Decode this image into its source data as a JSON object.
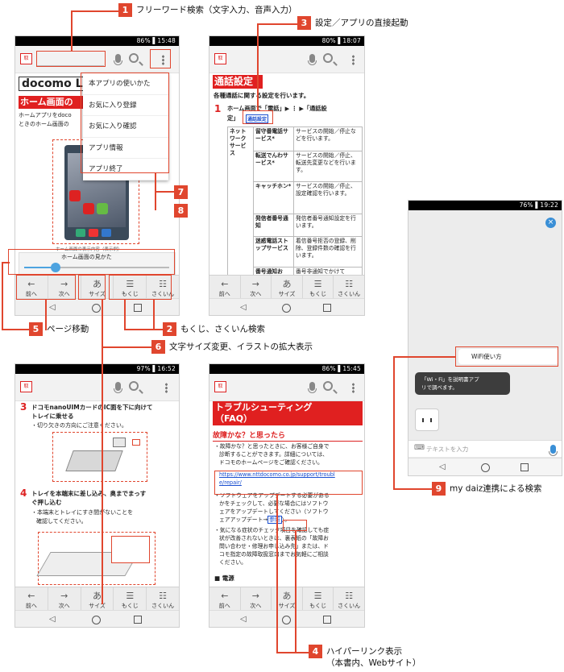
{
  "callouts": {
    "c1": {
      "num": "1",
      "text": "フリーワード検索（文字入力、音声入力）"
    },
    "c2": {
      "num": "2",
      "text": "もくじ、さくいん検索"
    },
    "c3": {
      "num": "3",
      "text": "設定／アプリの直接起動"
    },
    "c4": {
      "num": "4",
      "text": "ハイパーリンク表示",
      "sub": "（本書内、Webサイト）"
    },
    "c5": {
      "num": "5",
      "text": "ページ移動"
    },
    "c6": {
      "num": "6",
      "text": "文字サイズ変更、イラストの拡大表示"
    },
    "c7": {
      "num": "7"
    },
    "c8": {
      "num": "8"
    },
    "c9": {
      "num": "9",
      "text": "my daiz連携による検索"
    }
  },
  "status": {
    "p1": "86% ▌15:48",
    "p2": "80% ▌18:07",
    "p3": "97% ▌16:52",
    "p4": "86% ▌15:45",
    "p5": "76% ▌19:22"
  },
  "app_icon": "取",
  "toolbar": [
    {
      "icon": "←",
      "label": "前へ"
    },
    {
      "icon": "→",
      "label": "次へ"
    },
    {
      "icon": "あ",
      "label": "サイズ"
    },
    {
      "icon": "☰",
      "label": "もくじ"
    },
    {
      "icon": "☷",
      "label": "さくいん"
    }
  ],
  "nav": {
    "back": "◁"
  },
  "phone1": {
    "page_title": "docomo L",
    "section": "ホーム画面の",
    "body1": "ホームアプリをdoco",
    "body2": "ときのホーム画面の",
    "caption": "ホーム画面の表示内容（表示例）",
    "slider_label": "ホーム画面の見かた",
    "menu": [
      "本アプリの使いかた",
      "お気に入り登録",
      "お気に入り確認",
      "アプリ情報",
      "アプリ終了"
    ]
  },
  "phone2": {
    "title": "通話設定",
    "intro": "各種通話に関する設定を行います。",
    "step_num": "1",
    "step": "ホーム画面で「電話」▶ ⋮ ▶「通話設",
    "step2": "定」",
    "link": "通話設定",
    "category": "ネットワークサービス",
    "rows": [
      [
        "留守番電話サービス*",
        "サービスの開始／停止などを行います。"
      ],
      [
        "転送でんわサービス*",
        "サービスの開始／停止、転送先変更などを行います。"
      ],
      [
        "キャッチホン*",
        "サービスの開始／停止、設定確認を行います。"
      ],
      [
        "発信者番号通知",
        "発信者番号通知設定を行います。"
      ],
      [
        "迷惑電話ストップサービス",
        "着信番号拒否の登録、削除、登録件数の確認を行います。"
      ],
      [
        "番号通知お",
        "番号非通知でかけて"
      ]
    ]
  },
  "phone3": {
    "step3_num": "3",
    "step3": "ドコモnanoUIMカードのIC面を下に向けて",
    "step3b": "トレイに乗せる",
    "note3": "・切り欠きの方向にご注意ください。",
    "step4_num": "4",
    "step4": "トレイを本端末に差し込み、奥までまっす",
    "step4b": "ぐ押し込む",
    "note4a": "・本端末とトレイにすき間がないことを",
    "note4b": "確認してください。"
  },
  "phone4": {
    "title": "トラブルシューティング",
    "title2": "（FAQ）",
    "sub": "故障かな？と思ったら",
    "p1": [
      "・故障かな？と思ったときに、お客様ご自身で",
      "診断することができます。詳細については、",
      "ドコモのホームページをご確認ください。"
    ],
    "url": [
      "https://www.nttdocomo.co.jp/support/troubl",
      "e/repair/"
    ],
    "p2": [
      "・ソフトウェアをアップデートする必要がある",
      "かをチェックして、必要な場合にはソフトウ",
      "ェアをアップデートしてください（ソフトウ",
      "ェアアップデート→"
    ],
    "ref": "参照",
    "p2end": "）。",
    "p3": [
      "・気になる症状のチェック項目を確認しても症",
      "状が改善されないときは、裏表紙の「故障お",
      "問い合わせ・修理お申し込み先」または、ド",
      "コモ指定の故障取扱窓口までお気軽にご相談",
      "ください。"
    ],
    "section": "■ 電源"
  },
  "phone5": {
    "query": "WiFi使い方",
    "reply": [
      "「Wi・Fi」を説明書アプ",
      "リで調べます。"
    ],
    "input_placeholder": "テキストを入力"
  }
}
